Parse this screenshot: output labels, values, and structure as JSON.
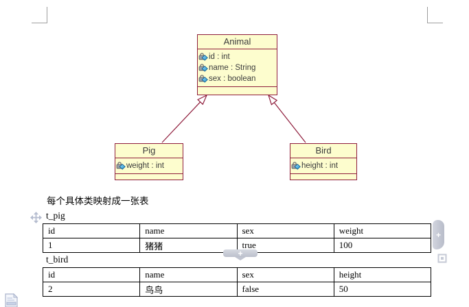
{
  "diagram": {
    "colors": {
      "box_fill": "#fdfdce",
      "box_border": "#8e1b3a",
      "text": "#3c3c3c"
    },
    "classes": [
      {
        "name": "Animal",
        "attributes": [
          "id : int",
          "name : String",
          "sex : boolean"
        ]
      },
      {
        "name": "Pig",
        "attributes": [
          "weight : int"
        ]
      },
      {
        "name": "Bird",
        "attributes": [
          "height : int"
        ]
      }
    ]
  },
  "note": "每个具体类映射成一张表",
  "tables": [
    {
      "caption": "t_pig",
      "headers": [
        "id",
        "name",
        "sex",
        "weight"
      ],
      "rows": [
        [
          "1",
          "猪猪",
          "true",
          "100"
        ]
      ]
    },
    {
      "caption": "t_bird",
      "headers": [
        "id",
        "name",
        "sex",
        "height"
      ],
      "rows": [
        [
          "2",
          "鸟鸟",
          "false",
          "50"
        ]
      ]
    }
  ],
  "artifacts": {
    "plus_label": "+"
  }
}
